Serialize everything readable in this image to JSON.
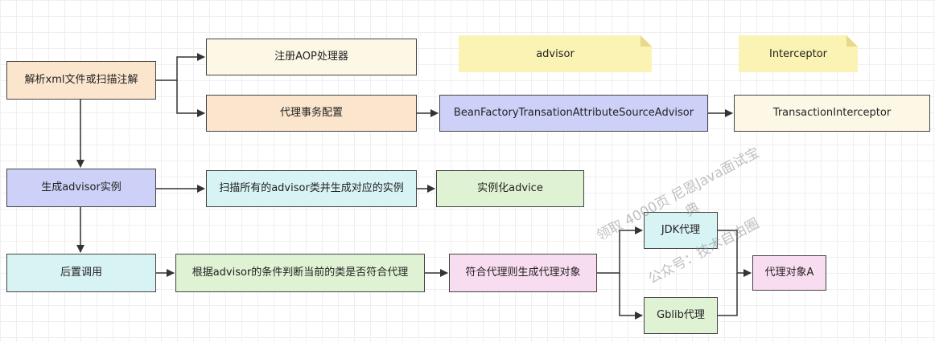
{
  "nodes": {
    "parse": "解析xml文件或扫描注解",
    "register_aop": "注册AOP处理器",
    "proxy_tx_config": "代理事务配置",
    "bean_factory_advisor": "BeanFactoryTransationAttributeSourceAdvisor",
    "tx_interceptor": "TransactionInterceptor",
    "gen_advisor": "生成advisor实例",
    "scan_advisor": "扫描所有的advisor类并生成对应的实例",
    "instantiate_advice": "实例化advice",
    "post_call": "后置调用",
    "judge_condition": "根据advisor的条件判断当前的类是否符合代理",
    "gen_proxy": "符合代理则生成代理对象",
    "jdk_proxy": "JDK代理",
    "cglib_proxy": "Gblib代理",
    "proxy_object": "代理对象A"
  },
  "notes": {
    "advisor": "advisor",
    "interceptor": "Interceptor"
  },
  "watermark": {
    "line1": "领取 4000页 尼恩Java面试宝",
    "line2": "典",
    "line3": "公众号：技术自由圈"
  },
  "colors": {
    "peach": "#fce5cd",
    "cream": "#fdf8e6",
    "lavender": "#cdd0f7",
    "cyan": "#d8f3f4",
    "green": "#dff2d3",
    "pink": "#f8dcef",
    "note_yellow": "#fbf3b3"
  }
}
